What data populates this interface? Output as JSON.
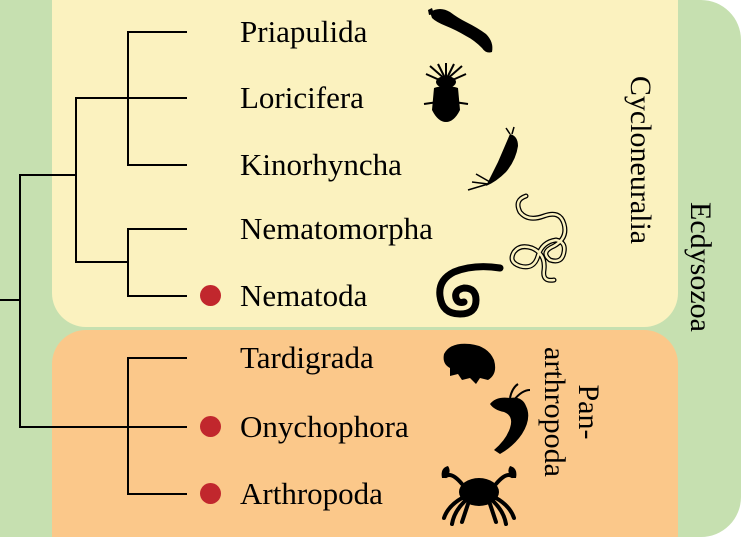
{
  "taxa": [
    {
      "name": "Priapulida",
      "marked": false,
      "silhouette": "priapulid-worm"
    },
    {
      "name": "Loricifera",
      "marked": false,
      "silhouette": "loriciferan"
    },
    {
      "name": "Kinorhyncha",
      "marked": false,
      "silhouette": "kinorhynch"
    },
    {
      "name": "Nematomorpha",
      "marked": false,
      "silhouette": "horsehair-worm"
    },
    {
      "name": "Nematoda",
      "marked": true,
      "silhouette": "coiled-nematode"
    },
    {
      "name": "Tardigrada",
      "marked": false,
      "silhouette": "tardigrade"
    },
    {
      "name": "Onychophora",
      "marked": true,
      "silhouette": "velvet-worm"
    },
    {
      "name": "Arthropoda",
      "marked": true,
      "silhouette": "crab"
    }
  ],
  "groups": {
    "cycloneuralia": "Cycloneuralia",
    "panarthropoda_line1": "Pan-",
    "panarthropoda_line2": "arthropoda",
    "ecdysozoa": "Ecdysozoa"
  },
  "colors": {
    "ecdysozoa_bg": "#c6e0b0",
    "cycloneuralia_bg": "#fbf2bf",
    "panarthropoda_bg": "#fbc88a",
    "marker": "#c1272d",
    "branch": "#000000"
  }
}
